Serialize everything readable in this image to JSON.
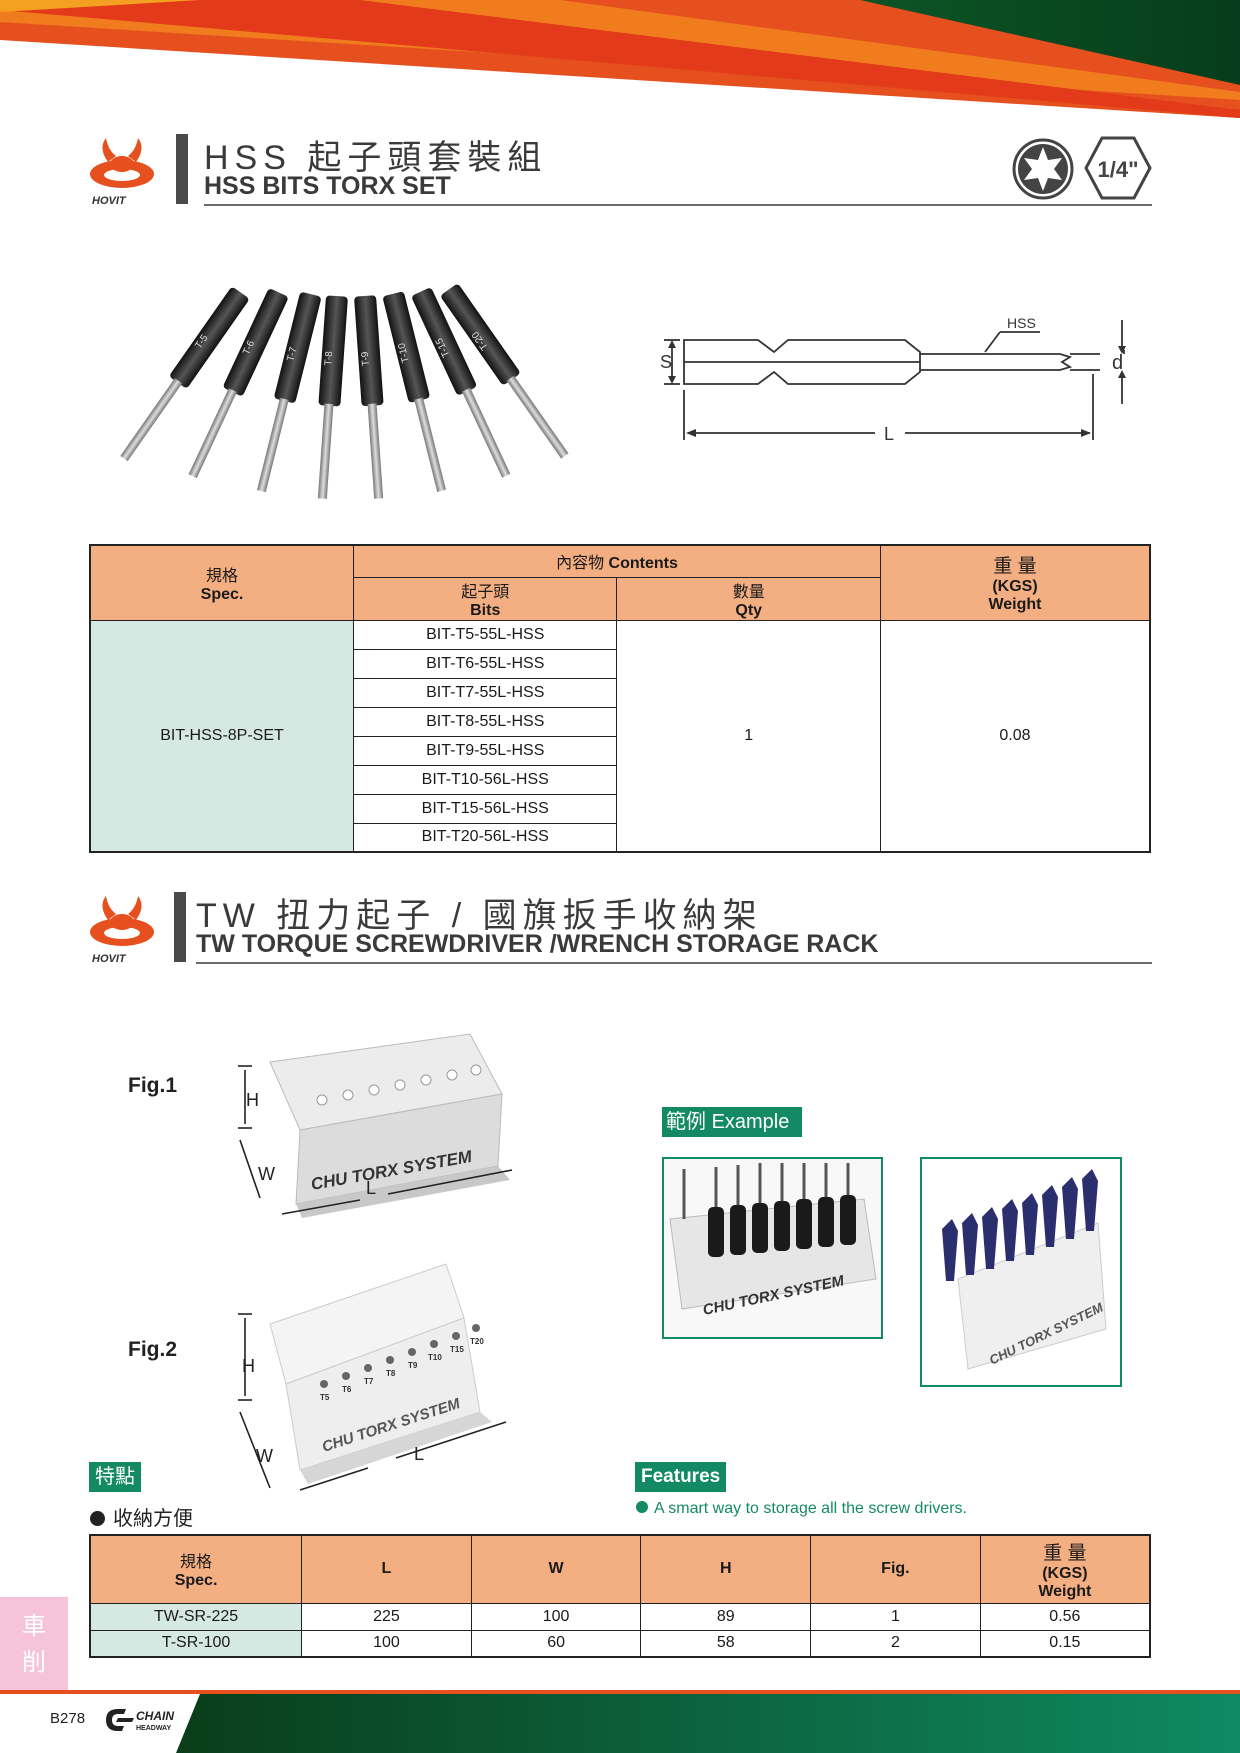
{
  "section1": {
    "logo_text": "HOVIT",
    "title_cn": "HSS 起子頭套裝組",
    "title_en": "HSS BITS TORX SET",
    "hex_size": "1/4\""
  },
  "bits_photo": {
    "bit_labels": [
      "T-5",
      "T-6",
      "T-7",
      "T-8",
      "T-9",
      "T-10",
      "T-15",
      "T-20"
    ]
  },
  "diagram": {
    "label_hss": "HSS",
    "label_s": "S",
    "label_d": "d",
    "label_l": "L"
  },
  "table1": {
    "header_spec_cn": "規格",
    "header_spec_en": "Spec.",
    "header_contents_cn": "內容物",
    "header_contents_en": "Contents",
    "header_bits_cn": "起子頭",
    "header_bits_en": "Bits",
    "header_qty_cn": "數量",
    "header_qty_en": "Qty",
    "header_weight_cn": "重 量",
    "header_weight_unit": "(KGS)",
    "header_weight_en": "Weight",
    "spec": "BIT-HSS-8P-SET",
    "qty": "1",
    "weight": "0.08",
    "bits": [
      "BIT-T5-55L-HSS",
      "BIT-T6-55L-HSS",
      "BIT-T7-55L-HSS",
      "BIT-T8-55L-HSS",
      "BIT-T9-55L-HSS",
      "BIT-T10-56L-HSS",
      "BIT-T15-56L-HSS",
      "BIT-T20-56L-HSS"
    ]
  },
  "section2": {
    "logo_text": "HOVIT",
    "title_cn": "TW 扭力起子 / 國旗扳手收納架",
    "title_en": "TW TORQUE SCREWDRIVER /WRENCH STORAGE RACK"
  },
  "figures": {
    "fig1_label": "Fig.1",
    "fig2_label": "Fig.2",
    "dim_h": "H",
    "dim_w": "W",
    "dim_l": "L",
    "rack_brand": "CHU TORX SYSTEM",
    "fig2_markings": [
      "T5",
      "T6",
      "T7",
      "T8",
      "T9",
      "T10",
      "T15",
      "T20"
    ]
  },
  "example": {
    "tag_cn": "範例",
    "tag_en": "Example"
  },
  "features": {
    "tag_cn": "特點",
    "bullet_cn": "收納方便",
    "tag_en": "Features",
    "bullet_en": "A smart way to storage all the screw drivers."
  },
  "table2": {
    "header_spec_cn": "規格",
    "header_spec_en": "Spec.",
    "header_l": "L",
    "header_w": "W",
    "header_h": "H",
    "header_fig": "Fig.",
    "header_weight_cn": "重 量",
    "header_weight_unit": "(KGS)",
    "header_weight_en": "Weight",
    "rows": [
      {
        "spec": "TW-SR-225",
        "l": "225",
        "w": "100",
        "h": "89",
        "fig": "1",
        "weight": "0.56"
      },
      {
        "spec": "T-SR-100",
        "l": "100",
        "w": "60",
        "h": "58",
        "fig": "2",
        "weight": "0.15"
      }
    ]
  },
  "side_tab": {
    "line1": "車",
    "line2": "削"
  },
  "footer": {
    "page_number": "B278",
    "brand_top": "CHAIN",
    "brand_bottom": "HEADWAY"
  },
  "colors": {
    "header_orange": "#f3ae82",
    "spec_mint": "#d5e9e2",
    "accent_green": "#138a63",
    "banner_orange": "#e6501e",
    "banner_dark_green": "#0a4a22",
    "side_tab_pink": "#f6c4da"
  }
}
